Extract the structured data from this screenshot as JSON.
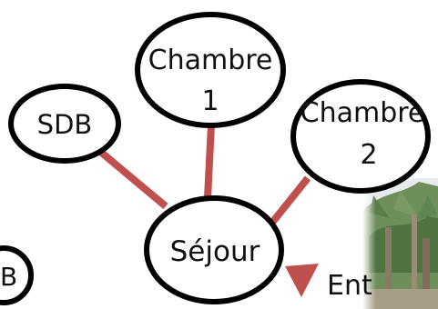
{
  "colors": {
    "node_stroke": "#000000",
    "edge": "#c0504d",
    "entry_marker": "#c0504d",
    "background": "#ffffff"
  },
  "nodes": {
    "chambre1": {
      "line1": "Chambre",
      "line2": "1"
    },
    "chambre2": {
      "line1": "Chambre",
      "line2": "2"
    },
    "sdb": {
      "label": "SDB"
    },
    "sejour": {
      "label": "Séjour"
    },
    "partial_left": {
      "label": "B"
    }
  },
  "entry": {
    "label": "Ent"
  },
  "photo": {
    "icon": "palm-tree-photo"
  }
}
